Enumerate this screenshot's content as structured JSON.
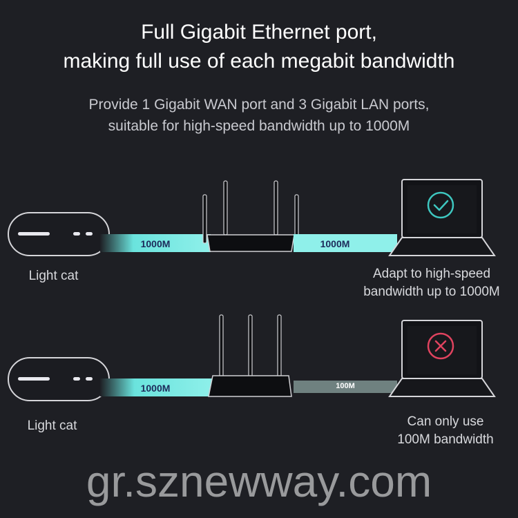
{
  "header": {
    "title_line1": "Full Gigabit Ethernet port,",
    "title_line2": "making full use of each megabit bandwidth",
    "subtitle_line1": "Provide 1 Gigabit WAN port and 3 Gigabit LAN ports,",
    "subtitle_line2": "suitable for high-speed bandwidth up to 1000M"
  },
  "scenario_top": {
    "source_label": "Light cat",
    "link_left_label": "1000M",
    "link_right_label": "1000M",
    "result_line1": "Adapt to high-speed",
    "result_line2": "bandwidth up to 1000M",
    "status_icon": "check-circle-icon",
    "status_color": "#3ec7c0"
  },
  "scenario_bottom": {
    "source_label": "Light cat",
    "link_left_label": "1000M",
    "link_right_label": "100M",
    "result_line1": "Can only use",
    "result_line2": "100M bandwidth",
    "status_icon": "x-circle-icon",
    "status_color": "#e0435f"
  },
  "watermark": "gr.sznewway.com",
  "colors": {
    "background": "#1e1f24",
    "gigabit_band": "#8ff0ea",
    "slow_band": "#6f8180"
  }
}
